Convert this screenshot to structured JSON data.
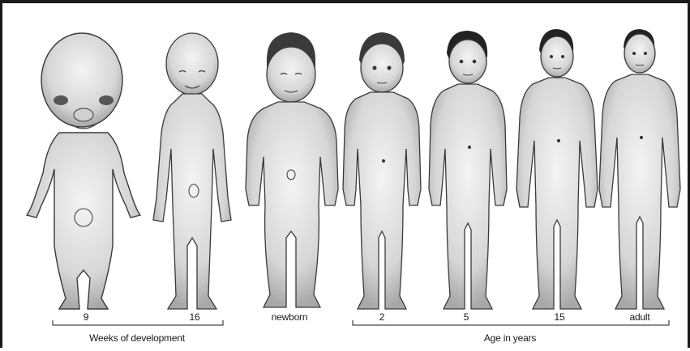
{
  "stages": [
    {
      "id": "w9",
      "label": "9"
    },
    {
      "id": "w16",
      "label": "16"
    },
    {
      "id": "newborn",
      "label": "newborn"
    },
    {
      "id": "y2",
      "label": "2"
    },
    {
      "id": "y5",
      "label": "5"
    },
    {
      "id": "y15",
      "label": "15"
    },
    {
      "id": "adult",
      "label": "adult"
    }
  ],
  "groups": {
    "weeks": {
      "label": "Weeks of development"
    },
    "years": {
      "label": "Age in years"
    }
  },
  "colors": {
    "skin": "#d9d9d9",
    "outline": "#3a3a3a",
    "hair": "#2a2a2a",
    "frame": "#1a1a1a"
  }
}
